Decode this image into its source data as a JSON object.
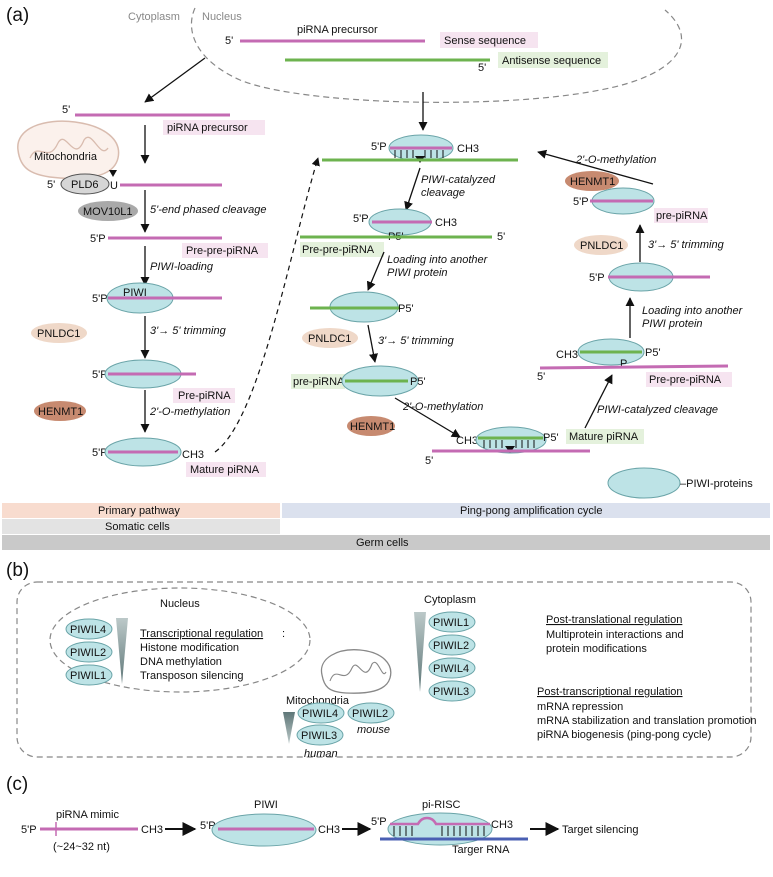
{
  "panels": {
    "a": "(a)",
    "b": "(b)",
    "c": "(c)"
  },
  "colors": {
    "pirna": "#c46bb3",
    "antisense": "#6db34f",
    "target_rna": "#4a5fb3",
    "piwi_fill": "#bde3e6",
    "primary_bar": "#f8dccf",
    "pingpong_bar": "#dbe1ee",
    "somatic_bar": "#e3e3e3",
    "germ_bar": "#c9c9c9",
    "enzyme_brown": "#c78a70",
    "enzyme_tan": "#efd8c8",
    "enzyme_gray": "#b8b8b8"
  },
  "a": {
    "cytoplasm": "Cytoplasm",
    "nucleus": "Nucleus",
    "pirna_precursor": "piRNA precursor",
    "sense_sequence": "Sense sequence",
    "antisense_sequence": "Antisense sequence",
    "five_prime": "5'",
    "five_p": "5'P",
    "p5": "P5'",
    "p": "P",
    "u": "U",
    "ch3": "CH3",
    "mitochondria": "Mitochondria",
    "pld6": "PLD6",
    "mov10l1": "MOV10L1",
    "five_end_cleavage": "5'-end phased cleavage",
    "pre_pre_pirna": "Pre-pre-piRNA",
    "piwi_loading": "PIWI-loading",
    "piwi": "PIWI",
    "pnldc1": "PNLDC1",
    "trimming": "3'→ 5' trimming",
    "pre_pirna": "Pre-piRNA",
    "pre_pirna_lower": "pre-piRNA",
    "henmt1": "HENMT1",
    "methylation": "2'-O-methylation",
    "mature_pirna": "Mature piRNA",
    "piwi_cleavage": "PIWI-catalyzed cleavage",
    "piwi_cleavage_l1": "PIWI-catalyzed",
    "piwi_cleavage_l2": "cleavage",
    "loading_l1": "Loading into another",
    "loading_l2": "PIWI protein",
    "piwi_proteins_legend": "–PIWI-proteins",
    "primary_pathway": "Primary pathway",
    "pingpong": "Ping-pong amplification cycle",
    "somatic_cells": "Somatic cells",
    "germ_cells": "Germ cells"
  },
  "b": {
    "nucleus": "Nucleus",
    "nucleus_proteins": [
      "PIWIL4",
      "PIWIL2",
      "PIWIL1"
    ],
    "transcriptional_title": "Transcriptional regulation",
    "transcriptional_colon": ":",
    "transcriptional_items": [
      "Histone modification",
      "DNA methylation",
      "Transposon silencing"
    ],
    "mitochondria": "Mitochondria",
    "mito_human": [
      "PIWIL4",
      "PIWIL3"
    ],
    "human": "human",
    "mito_mouse": "PIWIL2",
    "mouse": "mouse",
    "cytoplasm": "Cytoplasm",
    "cytoplasm_proteins": [
      "PIWIL1",
      "PIWIL2",
      "PIWIL4",
      "PIWIL3"
    ],
    "post_translational_title": "Post-translational regulation",
    "post_translational_items": [
      "Multiprotein interactions and",
      "protein modifications"
    ],
    "post_transcriptional_title": "Post-transcriptional regulation",
    "post_transcriptional_items": [
      "mRNA repression",
      "mRNA stabilization and translation promotion",
      "piRNA biogenesis (ping-pong cycle)"
    ]
  },
  "c": {
    "pirna_mimic": "piRNA mimic",
    "length": "(~24~32 nt)",
    "five_p": "5'P",
    "ch3": "CH3",
    "piwi": "PIWI",
    "pi_risc": "pi-RISC",
    "target_rna": "Targer RNA",
    "target_silencing": "Target silencing"
  }
}
